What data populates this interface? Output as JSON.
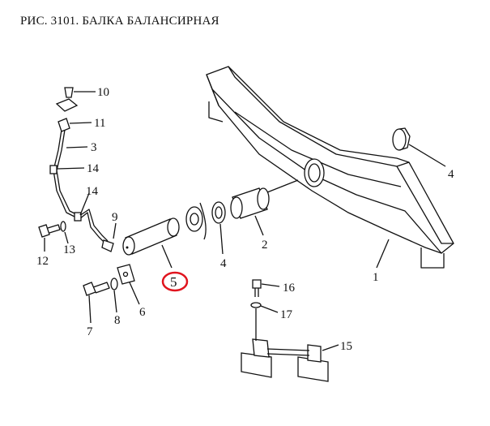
{
  "title": "РИС. 3101. БАЛКА БАЛАНСИРНАЯ",
  "highlight_color": "#e0141e",
  "callouts": [
    {
      "id": "10",
      "text": "10"
    },
    {
      "id": "11",
      "text": "11"
    },
    {
      "id": "3",
      "text": "3"
    },
    {
      "id": "14a",
      "text": "14"
    },
    {
      "id": "14b",
      "text": "14"
    },
    {
      "id": "9",
      "text": "9"
    },
    {
      "id": "13",
      "text": "13"
    },
    {
      "id": "12",
      "text": "12"
    },
    {
      "id": "5",
      "text": "5"
    },
    {
      "id": "6",
      "text": "6"
    },
    {
      "id": "8",
      "text": "8"
    },
    {
      "id": "7",
      "text": "7"
    },
    {
      "id": "4a",
      "text": "4"
    },
    {
      "id": "2",
      "text": "2"
    },
    {
      "id": "4b",
      "text": "4"
    },
    {
      "id": "1",
      "text": "1"
    },
    {
      "id": "16",
      "text": "16"
    },
    {
      "id": "17",
      "text": "17"
    },
    {
      "id": "15",
      "text": "15"
    }
  ]
}
